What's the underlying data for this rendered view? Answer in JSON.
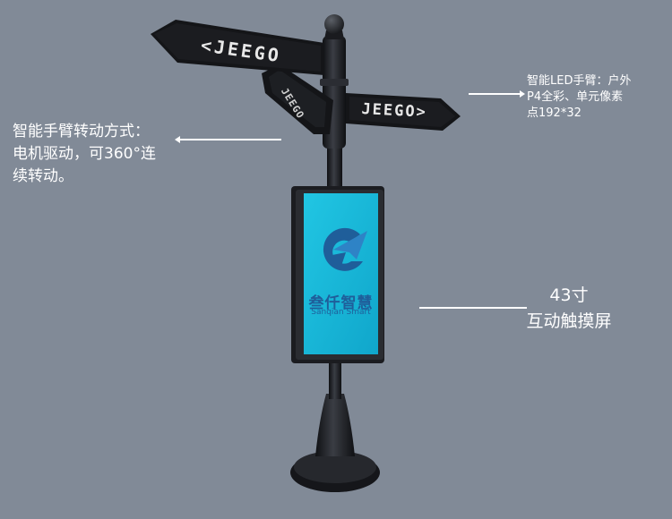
{
  "annotations": {
    "arm_rotation_line1": "智能手臂转动方式：",
    "arm_rotation_line2": "电机驱动，可360°连",
    "arm_rotation_line3": "续转动。",
    "led_arm_line1": "智能LED手臂：户外",
    "led_arm_line2": "P4全彩、单元像素",
    "led_arm_line3": "点192*32",
    "screen_line1": "43寸",
    "screen_line2": "互动触摸屏"
  },
  "signs": {
    "left_arrow_text": "<JEEGO",
    "right_arrow_text": "JEEGO>",
    "back_arrow_text": "JEEGO"
  },
  "screen": {
    "brand_cn": "叁仟智慧",
    "brand_en": "Sanqian Smart"
  },
  "colors": {
    "background": "#818a97",
    "pole": "#1c1e22",
    "screen": "#1ab7d6",
    "led_text": "#e8e8e8",
    "logo": "#1f5e9a"
  }
}
